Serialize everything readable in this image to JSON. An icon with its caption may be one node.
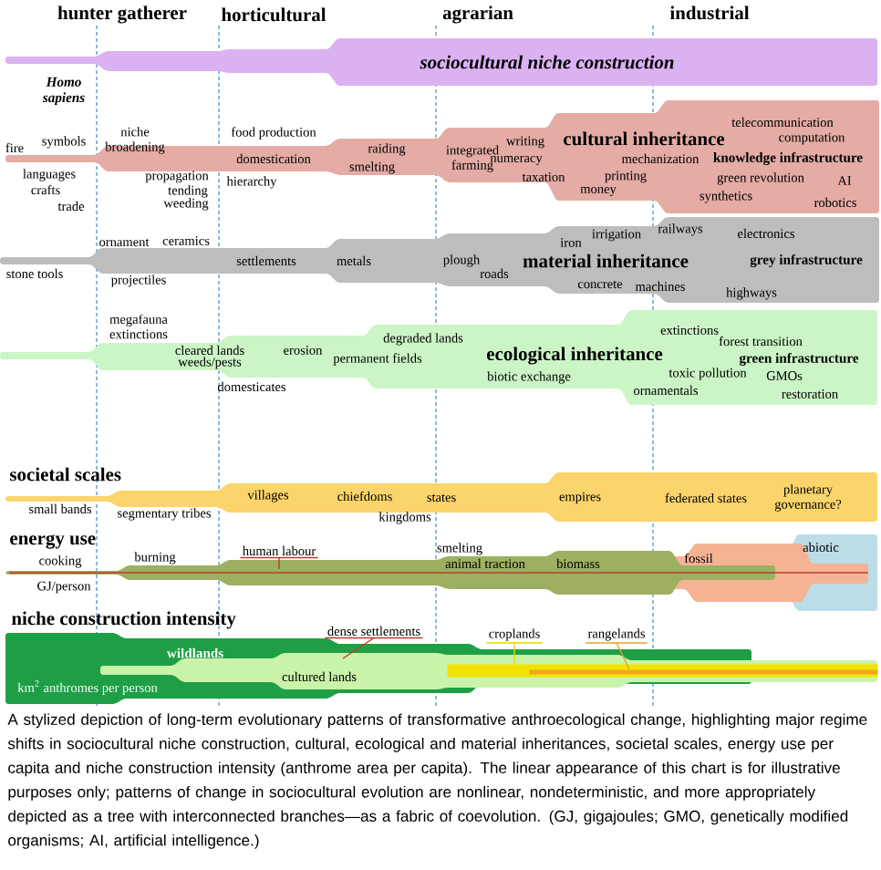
{
  "diagram": {
    "caption": "A stylized depiction of long-term evolutionary patterns of transformative anthroecological change, highlighting major regime shifts in sociocultural niche construction, cultural, ecological and material inheritances, societal scales, energy use per capita and niche construction intensity (anthrome area per capita). The linear appearance of this chart is for illustrative purposes only; patterns of change in sociocultural evolution are nonlinear, nondeterministic, and more appropriately depicted as a tree with interconnected branches—as a fabric of coevolution. (GJ, gigajoules; GMO, genetically modified organisms; AI, artificial intelligence.)",
    "nodes": [
      {
        "text": [
          "sociocultural niche construction"
        ]
      },
      {
        "text": [
          "cultural inheritance"
        ]
      },
      {
        "text": [
          "material inheritance"
        ]
      },
      {
        "text": [
          "ecological inheritance"
        ]
      },
      {
        "text": [
          "societal scales"
        ]
      },
      {
        "text": [
          "energy use"
        ]
      },
      {
        "text": [
          "niche construction intensity"
        ]
      },
      {
        "text": [
          "cultured lands"
        ]
      },
      {
        "text": [
          "human labour"
        ]
      },
      {
        "text": [
          "dense settlements"
        ]
      },
      {
        "text": [
          "croplands"
        ]
      },
      {
        "text": [
          "rangelands"
        ]
      },
      {
        "text": [],
        "shape": "bar",
        "in": 7
      },
      {
        "text": [],
        "shape": "bar",
        "in": 12
      }
    ],
    "edges": [
      {
        "from": 8,
        "to": 5,
        "arrow": "none",
        "color": "#c0392b"
      },
      {
        "from": 9,
        "to": 7,
        "arrow": "none",
        "color": "#c0392b"
      },
      {
        "from": 10,
        "to": 12,
        "arrow": "none",
        "color": "#e8d800"
      },
      {
        "from": 11,
        "to": 13,
        "arrow": "none",
        "color": "#f0a020"
      }
    ],
    "labels": [
      "hunter gatherer",
      "horticultural",
      "agrarian",
      "industrial",
      "Homo sapiens",
      "fire",
      "symbols",
      "niche broadening",
      "food production",
      "domestication",
      "raiding",
      "smelting",
      "integrated farming",
      "writing",
      "numeracy",
      "taxation",
      "mechanization",
      "knowledge infrastructure",
      "telecommunication",
      "computation",
      "printing",
      "money",
      "green revolution",
      "AI",
      "synthetics",
      "robotics",
      "languages",
      "crafts",
      "trade",
      "propagation",
      "tending",
      "weeding",
      "hierarchy",
      "ornament",
      "ceramics",
      "settlements",
      "metals",
      "plough",
      "iron",
      "irrigation",
      "railways",
      "electronics",
      "grey infrastructure",
      "stone tools",
      "projectiles",
      "roads",
      "concrete",
      "machines",
      "highways",
      "megafauna extinctions",
      "cleared lands",
      "weeds/pests",
      "erosion",
      "degraded lands",
      "permanent fields",
      "domesticates",
      "extinctions",
      "forest transition",
      "green infrastructure",
      "biotic exchange",
      "toxic pollution",
      "GMOs",
      "ornamentals",
      "restoration",
      "villages",
      "chiefdoms",
      "states",
      "empires",
      "federated states",
      "planetary governance?",
      "small bands",
      "segmentary tribes",
      "kingdoms",
      "cooking",
      "burning",
      "smelting",
      "animal traction",
      "biomass",
      "fossil",
      "abiotic",
      "GJ/person",
      "wildlands",
      "km$^{2}$ anthromes per person"
    ]
  }
}
